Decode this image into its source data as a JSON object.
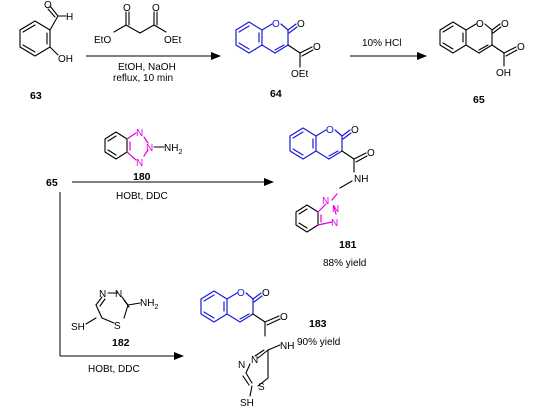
{
  "colors": {
    "coumarin": "#1a1ad6",
    "benzotriazole": "#e000e0",
    "ink": "#000000",
    "background": "#ffffff"
  },
  "atoms": {
    "O": "O",
    "H": "H",
    "OH": "OH",
    "OEt": "OEt",
    "NH": "NH",
    "NH2": "NH",
    "NH2_sub": "2",
    "N": "N",
    "S": "S",
    "SH": "SH",
    "EtO": "EtO",
    "OEt_r": "OEt",
    "HN2": "N"
  },
  "compounds": {
    "c63": "63",
    "c64": "64",
    "c65": "65",
    "c65_start": "65",
    "c180": "180",
    "c181": "181",
    "c182": "182",
    "c183": "183"
  },
  "reactions": {
    "r1": {
      "line1": "EtOH, NaOH",
      "line2": "reflux, 10 min"
    },
    "r2": {
      "label": "10% HCl"
    },
    "r3": {
      "label": "HOBt, DDC"
    },
    "r4": {
      "label": "HOBt, DDC"
    }
  },
  "yields": {
    "y181": "88% yield",
    "y183": "90% yield"
  }
}
